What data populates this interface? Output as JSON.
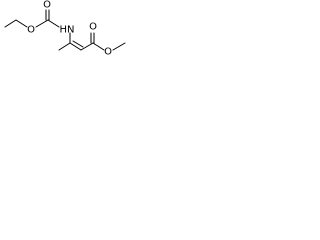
{
  "molecule": {
    "atoms": {
      "carbonyl_oxygen_left": "O",
      "ester_oxygen_left": "O",
      "amine": "HN",
      "carbonyl_oxygen_right": "O",
      "ester_oxygen_right": "O"
    },
    "colors": {
      "bond": "#000000",
      "label": "#000000",
      "background": "#ffffff"
    }
  }
}
